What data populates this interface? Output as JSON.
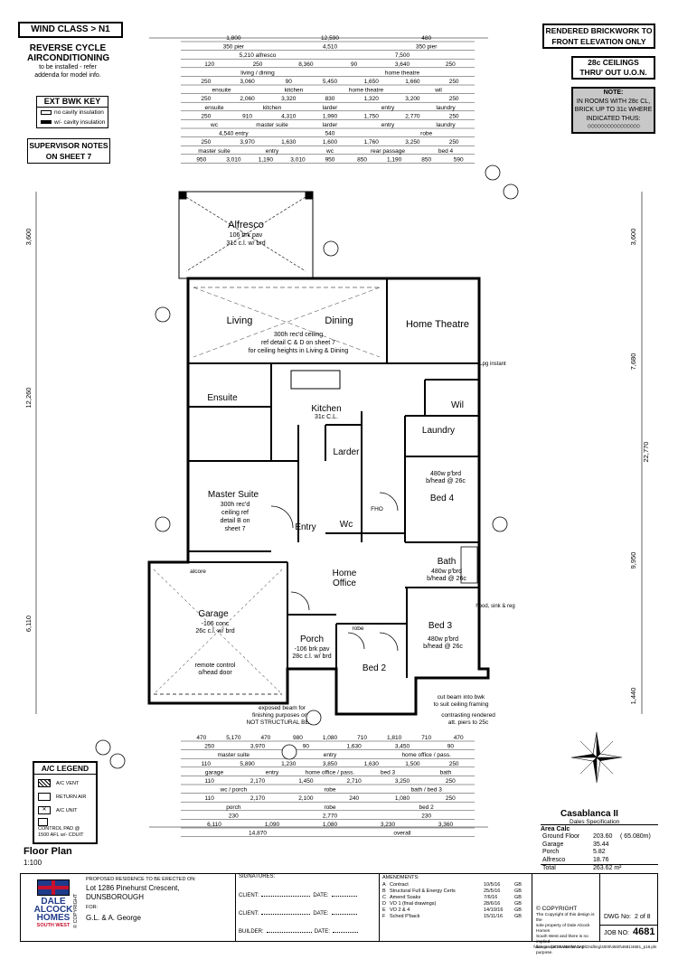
{
  "notes": {
    "wind_class": "WIND CLASS  >  N1",
    "reverse_cycle_title_1": "REVERSE CYCLE",
    "reverse_cycle_title_2": "AIRCONDITIONING",
    "reverse_cycle_sub_1": "to be installed - refer",
    "reverse_cycle_sub_2": "addenda for model info.",
    "ext_bwk_title": "EXT BWK KEY",
    "ext_bwk_1": "no cavity insulation",
    "ext_bwk_2": "w/- cavity insulation",
    "supervisor_1": "SUPERVISOR NOTES",
    "supervisor_2": "ON SHEET 7",
    "rendered_1": "RENDERED BRICKWORK TO",
    "rendered_2": "FRONT ELEVATION ONLY",
    "ceilings_1": "28c CEILINGS",
    "ceilings_2": "THRU' OUT U.O.N.",
    "note_title": "NOTE:",
    "note_1": "IN ROOMS WITH 28c CL,",
    "note_2": "BRICK UP TO 31c WHERE",
    "note_3": "INDICATED THUS:"
  },
  "rooms": {
    "alfresco": "Alfresco",
    "alfresco_note_1": "106 brk pav",
    "alfresco_note_2": "31c c.l. w/ brd",
    "living": "Living",
    "dining": "Dining",
    "home_theatre": "Home Theatre",
    "ceiling_note_1": "300h rec'd ceiling",
    "ceiling_note_2": "ref detail C & D on sheet 7",
    "ceiling_note_3": "for ceiling heights in Living & Dining",
    "ensuite": "Ensuite",
    "kitchen": "Kitchen",
    "kitchen_cl": "31c C.L.",
    "wil": "Wil",
    "laundry": "Laundry",
    "larder": "Larder",
    "master_suite": "Master Suite",
    "master_note_1": "300h rec'd",
    "master_note_2": "ceiling ref",
    "master_note_3": "detail B on",
    "master_note_4": "sheet 7",
    "entry": "Entry",
    "wc": "Wc",
    "bed4": "Bed 4",
    "bed4_note_1": "480w p'brd",
    "bed4_note_2": "b/head @ 26c",
    "home_office_1": "Home",
    "home_office_2": "Office",
    "bath": "Bath",
    "bath_note_1": "480w p'brd",
    "bath_note_2": "b/head @ 26c",
    "garage": "Garage",
    "garage_note_1": "-106 conc",
    "garage_note_2": "26c c.l. w/ brd",
    "garage_note_3": "remote control",
    "garage_note_4": "o/head door",
    "porch": "Porch",
    "porch_note_1": "-106 brk pav",
    "porch_note_2": "28c c.l. w/ brd",
    "bed3": "Bed 3",
    "bed3_note_1": "480w p'brd",
    "bed3_note_2": "b/head @ 26c",
    "bed2": "Bed 2",
    "beam_1": "exposed beam for",
    "beam_2": "finishing purposes only",
    "beam_3": "NOT STRUCTURAL BEAM",
    "robe": "robe",
    "fho": "FHO",
    "alcore": "alcore",
    "lpg_instant": "Lpg instant",
    "cut_beam_1": "cut beam into bwk",
    "cut_beam_2": "to suit ceiling framing",
    "contrast_1": "contrasting rendered",
    "contrast_2": "att. piers to 25c",
    "hood": "hood, sink & reg"
  },
  "dimensions": {
    "top_rows": [
      [
        "1,800",
        "12,590",
        "480"
      ],
      [
        "350 pier",
        "4,510",
        "350 pier"
      ],
      [
        "5,210 alfresco",
        "7,500"
      ],
      [
        "120",
        "250",
        "8,360",
        "90",
        "3,640",
        "250"
      ],
      [
        "living / dining",
        "home theatre"
      ],
      [
        "250",
        "3,060",
        "90",
        "5,450",
        "1,650",
        "1,660",
        "250"
      ],
      [
        "ensuite",
        "kitchen",
        "home theatre",
        "wil"
      ],
      [
        "250",
        "2,060",
        "3,320",
        "830",
        "1,320",
        "3,200",
        "250"
      ],
      [
        "ensuite",
        "kitchen",
        "larder",
        "entry",
        "laundry"
      ],
      [
        "250",
        "910",
        "4,310",
        "1,990",
        "1,750",
        "2,770",
        "250"
      ],
      [
        "wc",
        "master suite",
        "larder",
        "entry",
        "laundry"
      ],
      [
        "4,540 entry",
        "540",
        "robe"
      ],
      [
        "250",
        "3,970",
        "1,630",
        "1,600",
        "1,760",
        "3,250",
        "250"
      ],
      [
        "master suite",
        "entry",
        "wc",
        "rear passage",
        "bed 4"
      ],
      [
        "950",
        "3,010",
        "1,190",
        "3,010",
        "950",
        "850",
        "1,190",
        "850",
        "590"
      ]
    ],
    "bottom_rows": [
      [
        "470",
        "5,170",
        "470",
        "980",
        "1,080",
        "710",
        "1,810",
        "710",
        "470"
      ],
      [
        "250",
        "3,970",
        "90",
        "1,630",
        "3,450",
        "90"
      ],
      [
        "master suite",
        "entry",
        "home office / pass."
      ],
      [
        "110",
        "5,890",
        "1,230",
        "3,850",
        "1,630",
        "1,500",
        "250"
      ],
      [
        "garage",
        "entry",
        "home office / pass.",
        "bed 3",
        "bath"
      ],
      [
        "110",
        "2,170",
        "1,450",
        "2,710",
        "3,250",
        "250"
      ],
      [
        "wc / porch",
        "robe",
        "bath / bed 3"
      ],
      [
        "110",
        "2,170",
        "2,100",
        "240",
        "1,080",
        "250"
      ],
      [
        "porch",
        "robe",
        "bed 2"
      ],
      [
        "230",
        "2,770",
        "230"
      ],
      [
        "6,110",
        "1,090",
        "1,080",
        "3,230",
        "3,360"
      ],
      [
        "14,870",
        "overall"
      ]
    ],
    "left_total": "12,260",
    "right_total": "22,770",
    "left_sub": [
      "3,600",
      "6,110"
    ],
    "right_sub": [
      "3,600",
      "7,680",
      "9,950",
      "1,440"
    ]
  },
  "legend": {
    "title": "A/C LEGEND",
    "items": [
      "A/C VENT",
      "RETURN AIR",
      "A/C UNIT",
      "CONTROL PAD @ 1500 AFL w/- CDUIT"
    ]
  },
  "floor_plan": {
    "title": "Floor Plan",
    "scale": "1:100"
  },
  "design": {
    "name": "Casablanca II",
    "spec": "Dales Specification"
  },
  "area_calc": {
    "title": "Area Calc",
    "rows": [
      {
        "label": "Ground Floor",
        "value": "203.60",
        "extra": "( 65.080m)"
      },
      {
        "label": "Garage",
        "value": "35.44",
        "extra": ""
      },
      {
        "label": "Porch",
        "value": "5.82",
        "extra": ""
      },
      {
        "label": "Alfresco",
        "value": "18.76",
        "extra": ""
      },
      {
        "label": "Total",
        "value": "263.62 m²",
        "extra": ""
      }
    ]
  },
  "title_block": {
    "company_1": "DALE",
    "company_2": "ALCOCK",
    "company_3": "HOMES",
    "company_4": "SOUTH WEST",
    "copyright_vert": "© COPYRIGHT",
    "proposed": "PROPOSED RESIDENCE TO BE ERECTED ON:",
    "lot": "Lot 1286 Pinehurst Crescent,",
    "suburb": "DUNSBOROUGH",
    "for_label": "FOR:",
    "client_name": "G.L. & A. George",
    "signatures": "SIGNATURES:",
    "client_1": "CLIENT:",
    "client_2": "CLIENT:",
    "builder": "BUILDER:",
    "date": "DATE:",
    "amendments": "AMENDMENTS:",
    "amend_rows": [
      {
        "code": "A",
        "text": "Contract",
        "date": "10/5/16",
        "by": "GB"
      },
      {
        "code": "B",
        "text": "Structural Full & Energy Certs",
        "date": "25/5/16",
        "by": "GB"
      },
      {
        "code": "C",
        "text": "Amend Soaks",
        "date": "7/6/16",
        "by": "GB"
      },
      {
        "code": "D",
        "text": "VO 1 (final drawings)",
        "date": "28/6/16",
        "by": "GB"
      },
      {
        "code": "E",
        "text": "VO 2 & 4",
        "date": "14/10/16",
        "by": "GB"
      },
      {
        "code": "F",
        "text": "Sched P'back",
        "date": "15/11/16",
        "by": "GB"
      }
    ],
    "copyright_title": "© COPYRIGHT",
    "copyright_text_1": "The Copyright of this design is the",
    "copyright_text_2": "sole property of Dale Alcock Homes",
    "copyright_text_3": "South West and there is no implied",
    "copyright_text_4": "licence for its use for any purpose.",
    "dwg_label": "DWG No:",
    "dwg_value": "2 of 8",
    "job_label": "JOB NO:",
    "job_value": "4681",
    "file_path": "\\\\dah.group\\DSW\\DSW\\CAD\\Drafting\\4000\\4600\\4681\\4681_p18.pln"
  },
  "colors": {
    "ink": "#000000",
    "note_box_bg": "#c8c8c8",
    "logo_red": "#c8102e",
    "logo_blue": "#1f3a8a"
  }
}
